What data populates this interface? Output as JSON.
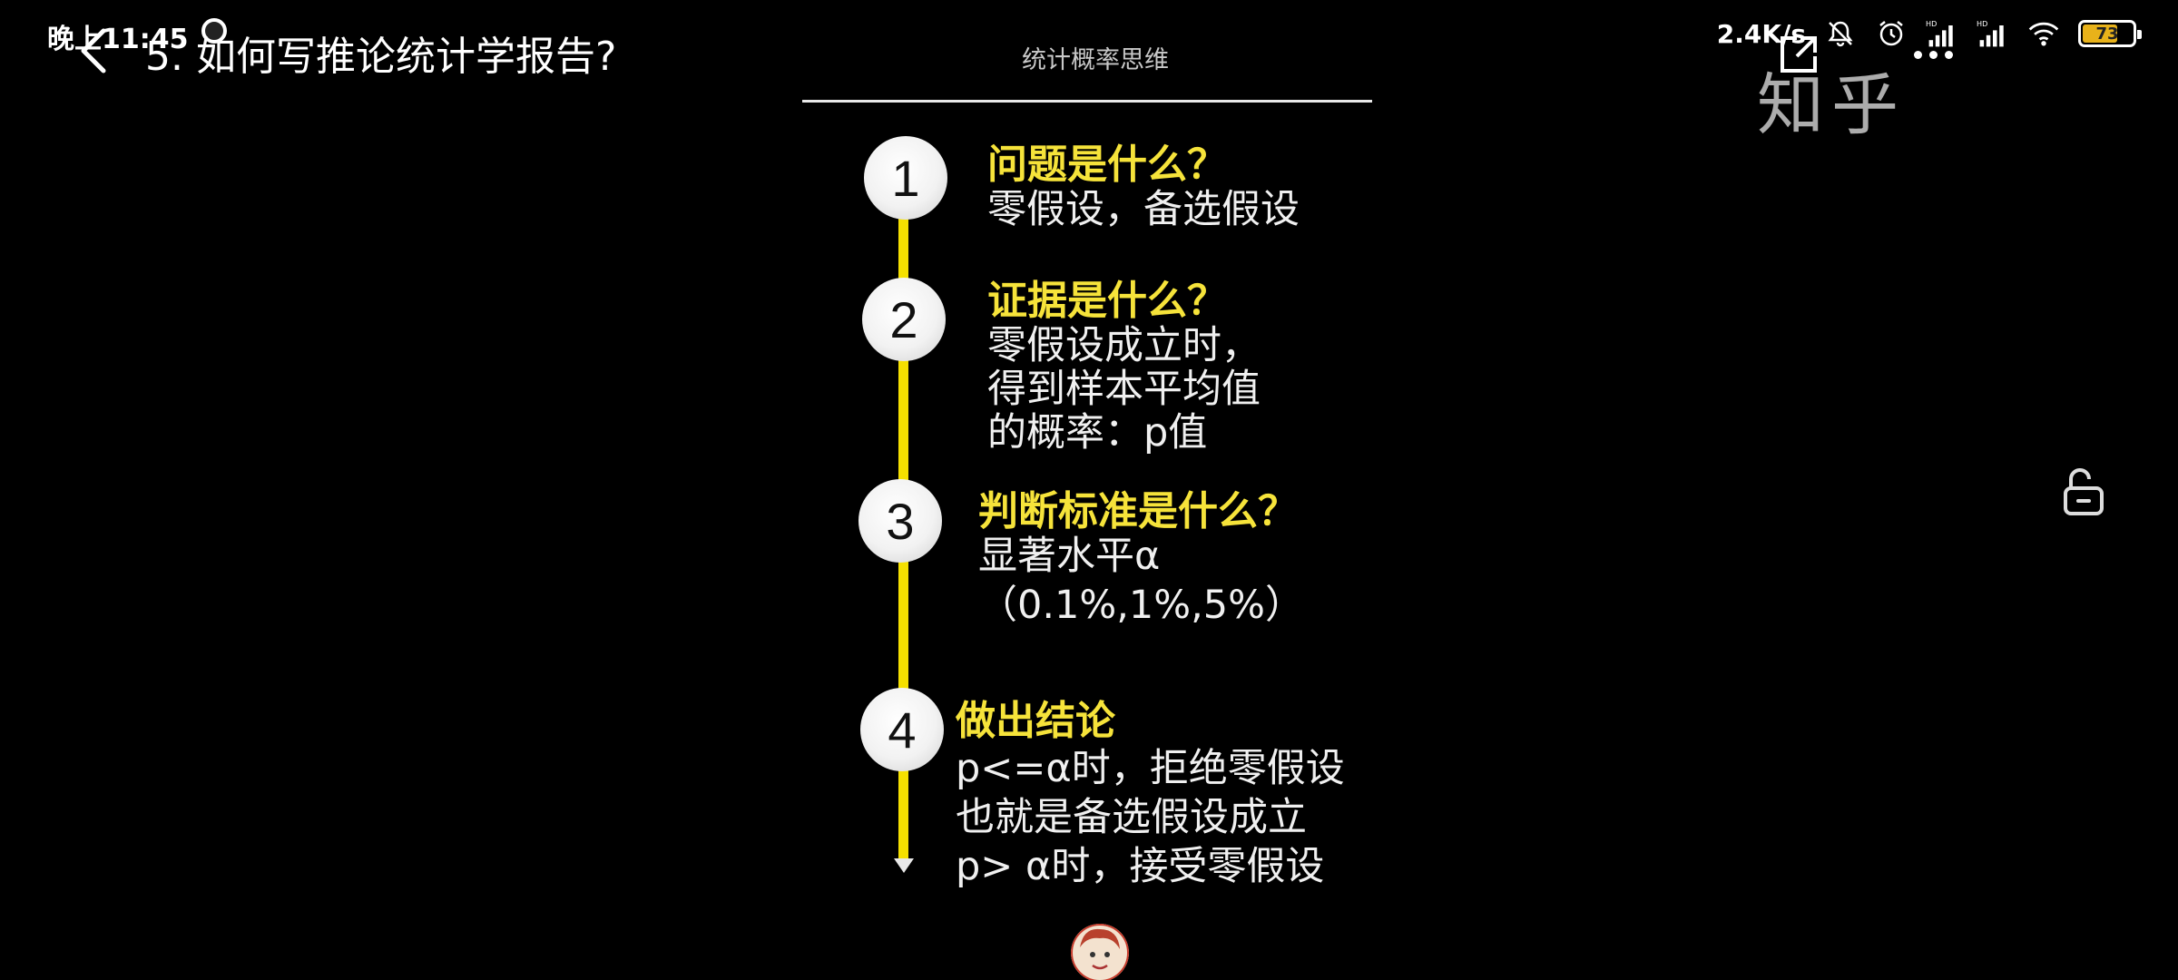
{
  "status_bar": {
    "time": "晚上11:45",
    "net_speed": "2.4K/s",
    "network_badge": "HD",
    "battery_level": "73",
    "battery_percent": 73,
    "icons": [
      "bell-muted-icon",
      "alarm-icon",
      "signal-hd-icon",
      "signal-hd-icon",
      "wifi-icon",
      "battery-icon"
    ]
  },
  "video_header": {
    "title": "5. 如何写推论统计学报告?",
    "watermark": "知乎"
  },
  "slide": {
    "heading": "统计概率思维",
    "steps": [
      {
        "number": "1",
        "title": "问题是什么？",
        "lines": [
          "零假设，备选假设"
        ]
      },
      {
        "number": "2",
        "title": "证据是什么？",
        "lines": [
          "零假设成立时，",
          "得到样本平均值",
          "的概率：p值"
        ]
      },
      {
        "number": "3",
        "title": "判断标准是什么？",
        "lines": [
          "显著水平α",
          "（0.1%,1%,5%）"
        ]
      },
      {
        "number": "4",
        "title": "做出结论",
        "lines": [
          "p<=α时，拒绝零假设",
          "也就是备选假设成立",
          "p> α时，接受零假设"
        ]
      }
    ]
  },
  "colors": {
    "background": "#000000",
    "timeline": "#f5e000",
    "step_title": "#f6e33a",
    "battery": "#e8b21a"
  }
}
